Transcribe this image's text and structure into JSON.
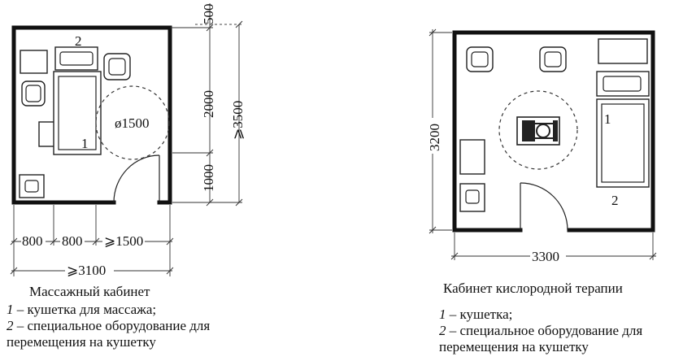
{
  "left_plan": {
    "dim_top": "500",
    "dim_mid": "2000",
    "dim_low": "1000",
    "dim_total_v": "⩾3500",
    "dim_b1": "800",
    "dim_b2": "800",
    "dim_b3": "⩾1500",
    "dim_total_h": "⩾3100",
    "circle_label": "ø1500",
    "marker_1": "1",
    "marker_2": "2"
  },
  "right_plan": {
    "dim_v": "3200",
    "dim_h": "3300",
    "marker_1": "1",
    "marker_2": "2"
  },
  "left_caption": {
    "title": "Массажный кабинет",
    "item1_num": "1",
    "item1_text": " – кушетка для массажа;",
    "item2_num": "2",
    "item2_text": " – специальное оборудование для",
    "item2_text2": "перемещения на кушетку"
  },
  "right_caption": {
    "title": "Кабинет кислородной терапии",
    "item1_num": "1",
    "item1_text": " – кушетка;",
    "item2_num": "2",
    "item2_text": " – специальное оборудование для",
    "item2_text2": "перемещения на кушетку"
  }
}
